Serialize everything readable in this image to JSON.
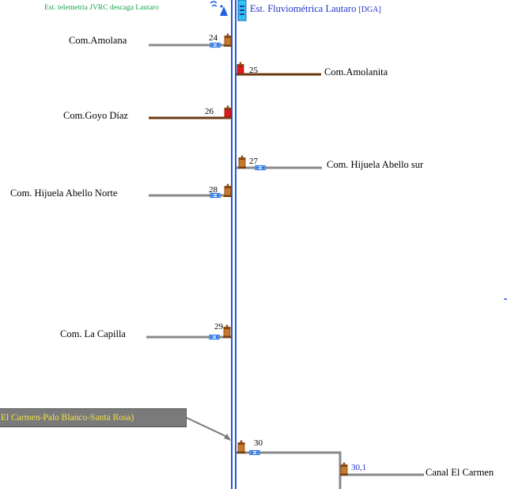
{
  "header": {
    "telemetry_label": "Est. telemetria JVRC descaga Lautaro",
    "station_label": "Est. Fluviométrica Lautaro",
    "station_tag": "[DGA]"
  },
  "colors": {
    "river": "#2a5bd7",
    "canal_gray": "#8a8a8a",
    "canal_brown": "#6b3a12",
    "gate_active": "#b86a1e",
    "gate_red": "#d01818",
    "flow_meter": "#1f6fe0"
  },
  "offtakes": [
    {
      "id": "24",
      "name": "Com.Amolana",
      "side": "left",
      "canal": "gray",
      "gate": "brown",
      "meter": true
    },
    {
      "id": "25",
      "name": "Com.Amolanita",
      "side": "right",
      "canal": "brown",
      "gate": "red",
      "meter": false
    },
    {
      "id": "26",
      "name": "Com.Goyo Díaz",
      "side": "left",
      "canal": "brown",
      "gate": "red",
      "meter": false
    },
    {
      "id": "27",
      "name": "Com. Hijuela Abello sur",
      "side": "right",
      "canal": "gray",
      "gate": "brown",
      "meter": true
    },
    {
      "id": "28",
      "name": "Com. Hijuela Abello Norte",
      "side": "left",
      "canal": "gray",
      "gate": "brown",
      "meter": true
    },
    {
      "id": "29",
      "name": "Com. La Capilla",
      "side": "left",
      "canal": "gray",
      "gate": "brown",
      "meter": true
    },
    {
      "id": "30",
      "name": "",
      "side": "right",
      "canal": "gray",
      "gate": "brown",
      "meter": true
    },
    {
      "id": "30,1",
      "name": "Canal El Carmen",
      "side": "right",
      "canal": "gray",
      "gate": "brown",
      "meter": false
    }
  ],
  "callout": {
    "text": "El Carmen-Palo Blanco-Santa Rosa)"
  }
}
